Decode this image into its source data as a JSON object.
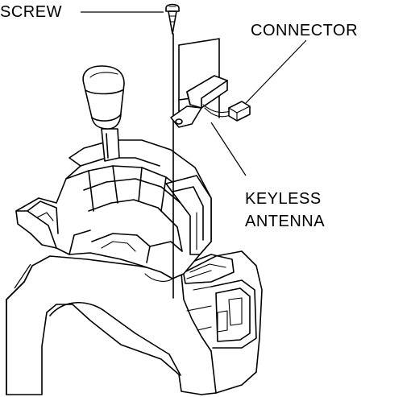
{
  "callouts": {
    "screw": "SCREW",
    "connector": "CONNECTOR",
    "antenna_line1": "KEYLESS",
    "antenna_line2": "ANTENNA"
  },
  "colors": {
    "line": "#000000",
    "background": "#ffffff"
  }
}
